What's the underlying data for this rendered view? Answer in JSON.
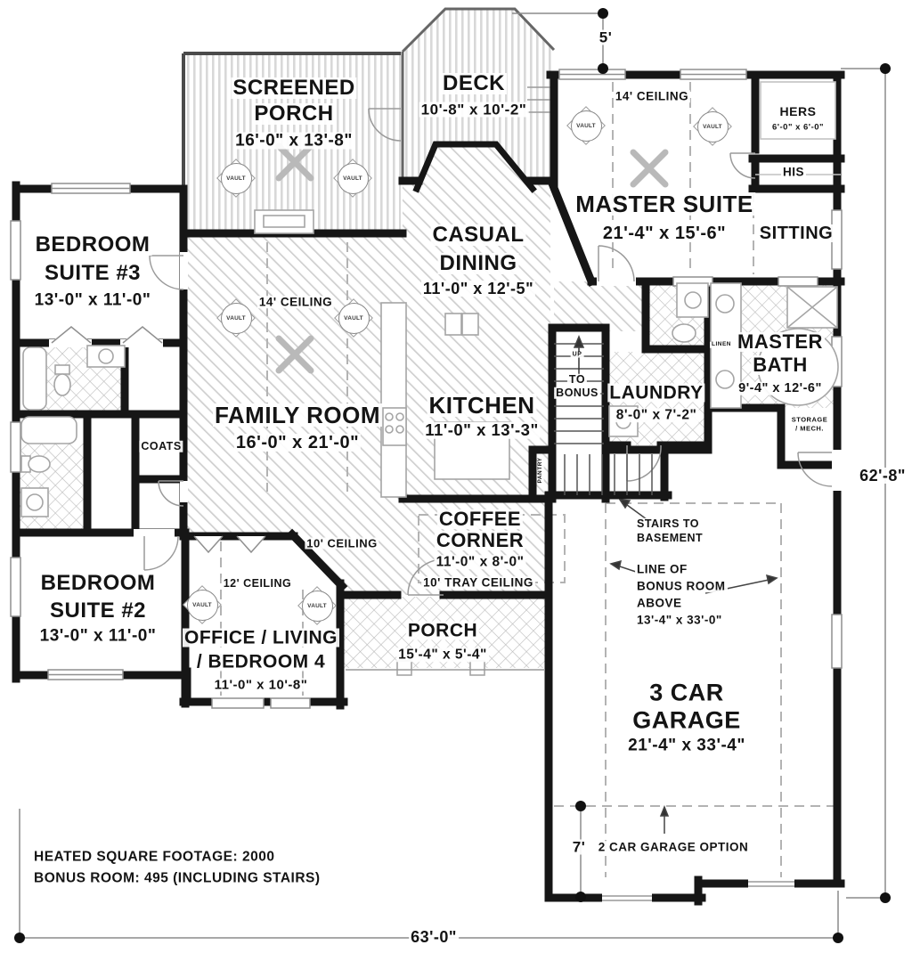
{
  "rooms": {
    "screened_porch": {
      "l1": "SCREENED",
      "l2": "PORCH",
      "dims": "16'-0\" x 13'-8\""
    },
    "deck": {
      "name": "DECK",
      "dims": "10'-8\" x 10'-2\""
    },
    "master_suite": {
      "name": "MASTER SUITE",
      "dims": "21'-4\" x 15'-6\"",
      "ceiling": "14' CEILING"
    },
    "hers_closet": {
      "name": "HERS",
      "dims": "6'-0\" x 6'-0\""
    },
    "his_closet": {
      "name": "HIS"
    },
    "sitting": {
      "name": "SITTING"
    },
    "bedroom_suite_3": {
      "l1": "BEDROOM",
      "l2": "SUITE #3",
      "dims": "13'-0\" x 11'-0\""
    },
    "casual_dining": {
      "l1": "CASUAL",
      "l2": "DINING",
      "dims": "11'-0\" x 12'-5\""
    },
    "family_room": {
      "name": "FAMILY ROOM",
      "dims": "16'-0\" x 21'-0\"",
      "ceiling": "14' CEILING"
    },
    "kitchen": {
      "name": "KITCHEN",
      "dims": "11'-0\" x 13'-3\""
    },
    "stairs_to_bonus": {
      "up": "UP",
      "l1": "TO",
      "l2": "BONUS"
    },
    "pantry": {
      "name": "PANTRY"
    },
    "laundry": {
      "name": "LAUNDRY",
      "dims": "8'-0\" x 7'-2\""
    },
    "linen": {
      "name": "LINEN"
    },
    "master_bath": {
      "l1": "MASTER",
      "l2": "BATH",
      "dims": "9'-4\" x 12'-6\""
    },
    "storage_mech": {
      "l1": "STORAGE",
      "l2": "/ MECH."
    },
    "coats": {
      "name": "COATS"
    },
    "coffee_corner": {
      "l1": "COFFEE",
      "l2": "CORNER",
      "dims": "11'-0\" x 8'-0\"",
      "ceiling": "10' TRAY CEILING"
    },
    "hall": {
      "ceiling": "10' CEILING"
    },
    "bedroom_suite_2": {
      "l1": "BEDROOM",
      "l2": "SUITE #2",
      "dims": "13'-0\" x 11'-0\""
    },
    "office": {
      "ceiling": "12' CEILING",
      "l1": "OFFICE / LIVING",
      "l2": "/ BEDROOM 4",
      "dims": "11'-0\" x 10'-8\""
    },
    "front_porch": {
      "name": "PORCH",
      "dims": "15'-4\" x 5'-4\""
    },
    "garage": {
      "l1": "3 CAR",
      "l2": "GARAGE",
      "dims": "21'-4\" x 33'-4\"",
      "option": "2 CAR GARAGE OPTION"
    },
    "stairs_to_basement": {
      "l1": "STAIRS TO",
      "l2": "BASEMENT"
    },
    "bonus_room_note": {
      "l1": "LINE OF",
      "l2": "BONUS ROOM",
      "l3": "ABOVE",
      "dims": "13'-4\" x 33'-0\""
    }
  },
  "dimensions": {
    "top": "5'",
    "right": "62'-8\"",
    "bottom": "63'-0\"",
    "garage_front": "7'"
  },
  "markers": {
    "vault": "VAULT"
  },
  "footer": {
    "line1": "HEATED SQUARE FOOTAGE: 2000",
    "line2": "BONUS ROOM: 495 (INCLUDING STAIRS)"
  }
}
